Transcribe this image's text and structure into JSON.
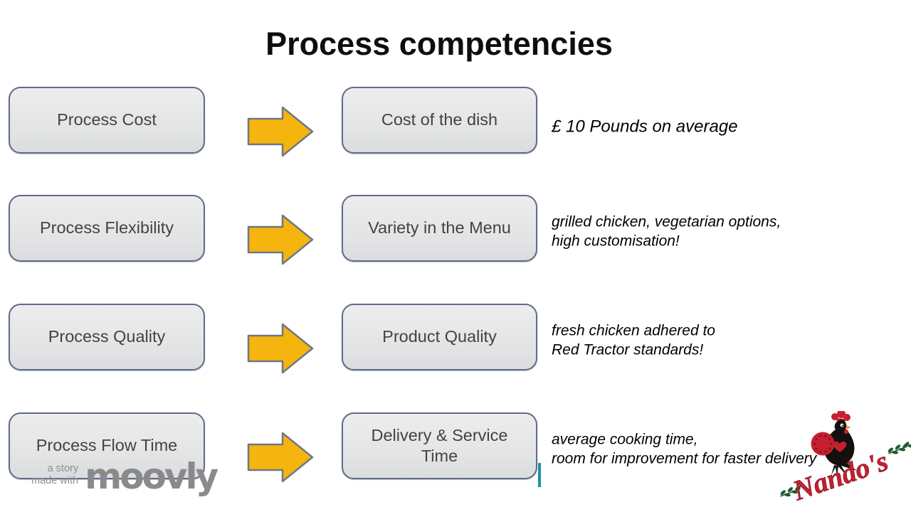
{
  "slide": {
    "title": "Process competencies"
  },
  "rows": [
    {
      "left": "Process Cost",
      "middle": "Cost of the dish",
      "note": "£ 10 Pounds on average"
    },
    {
      "left": "Process Flexibility",
      "middle": "Variety in the Menu",
      "note": "grilled chicken, vegetarian options,\nhigh customisation!"
    },
    {
      "left": "Process Quality",
      "middle": "Product Quality",
      "note": "fresh chicken adhered to\nRed Tractor standards!"
    },
    {
      "left": "Process Flow Time",
      "middle": "Delivery & Service Time",
      "note": "average cooking time,\nroom for improvement for faster delivery"
    }
  ],
  "watermark": {
    "prefix_line1": "a story",
    "prefix_line2": "made with",
    "logo_text": "moovly"
  },
  "brand": {
    "name": "Nando's"
  },
  "icons": {
    "arrow": "right-block-arrow",
    "rooster": "nandos-barcelos-rooster"
  },
  "colors": {
    "arrow_fill": "#F6B40E",
    "arrow_border": "#6D7887",
    "box_fill": "#E5E5E6",
    "box_border": "#5E6C88",
    "box_text": "#434343",
    "title_text": "#0E0E0E",
    "note_text": "#000000",
    "watermark_gray": "#8A8A8A",
    "cursor_teal": "#1994A3",
    "nandos_red": "#C42030",
    "nandos_green": "#1E5C30",
    "nandos_black": "#15100E"
  }
}
